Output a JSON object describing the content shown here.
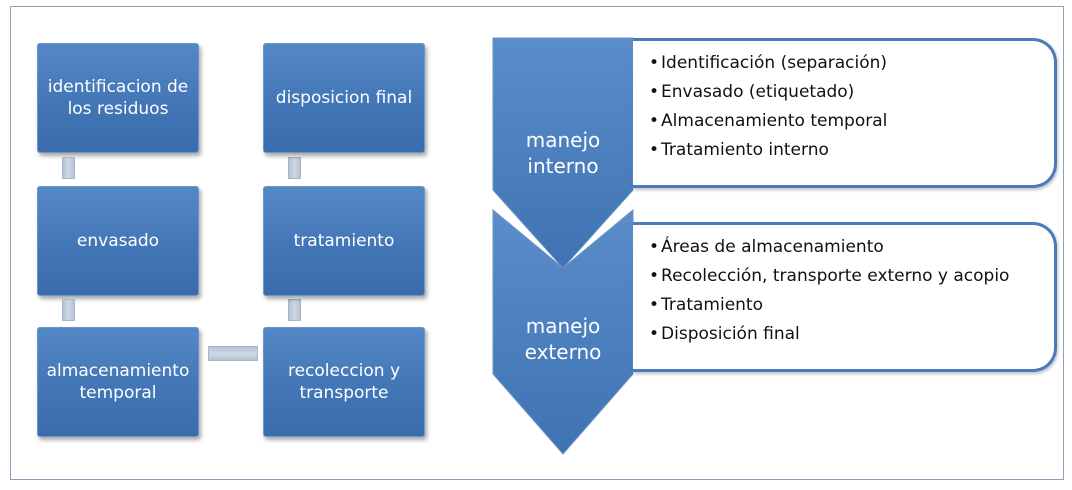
{
  "flow": {
    "identificacion": "identificacion de los residuos",
    "envasado": "envasado",
    "almacenamiento": "almacenamiento temporal",
    "recoleccion": "recoleccion y transporte",
    "tratamiento": "tratamiento",
    "disposicion": "disposicion final"
  },
  "manejo_interno": {
    "label_line1": "manejo",
    "label_line2": "interno",
    "items": [
      "Identificación (separación)",
      "Envasado (etiquetado)",
      "Almacenamiento temporal",
      "Tratamiento interno"
    ]
  },
  "manejo_externo": {
    "label_line1": "manejo",
    "label_line2": "externo",
    "items": [
      "Áreas de almacenamiento",
      "Recolección, transporte externo y acopio",
      "Tratamiento",
      "Disposición final"
    ]
  },
  "colors": {
    "box_blue": "#4a7bbb",
    "connector_gray": "#c3cedd",
    "frame_border": "#8aa0bd"
  }
}
